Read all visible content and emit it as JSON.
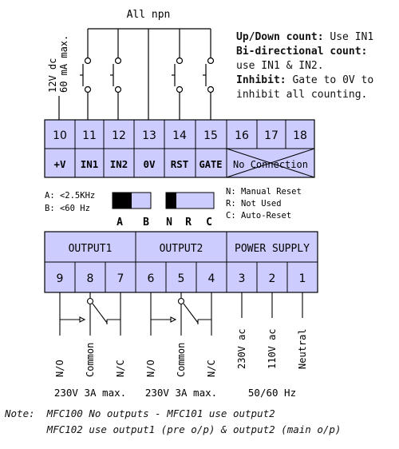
{
  "header": {
    "all_npn": "All npn"
  },
  "supply_label": {
    "line1": "12V dc",
    "line2": "60 mA max."
  },
  "notes": [
    {
      "bold": "Up/Down count:",
      "text": " Use IN1"
    },
    {
      "bold": "Bi-directional count:",
      "text": ""
    },
    {
      "bold": "",
      "text": "use IN1 & IN2."
    },
    {
      "bold": "Inhibit:",
      "text": " Gate to 0V to"
    },
    {
      "bold": "",
      "text": "inhibit all counting."
    }
  ],
  "input_terminals": [
    {
      "num": "10",
      "label": "+V"
    },
    {
      "num": "11",
      "label": "IN1"
    },
    {
      "num": "12",
      "label": "IN2"
    },
    {
      "num": "13",
      "label": "0V"
    },
    {
      "num": "14",
      "label": "RST"
    },
    {
      "num": "15",
      "label": "GATE"
    }
  ],
  "nc_terminals": [
    "16",
    "17",
    "18"
  ],
  "no_connection": "No Connection",
  "freq_legend": {
    "a": "A: <2.5KHz",
    "b": "B: <60 Hz"
  },
  "switch1_labels": {
    "left": "A",
    "right": "B"
  },
  "switch2_labels": {
    "n": "N",
    "r": "R",
    "c": "C"
  },
  "reset_legend": {
    "n": "N:  Manual  Reset",
    "r": "R:  Not Used",
    "c": "C:  Auto-Reset"
  },
  "output_groups": [
    "OUTPUT1",
    "OUTPUT2",
    "POWER SUPPLY"
  ],
  "output_terminals": [
    "9",
    "8",
    "7",
    "6",
    "5",
    "4",
    "3",
    "2",
    "1"
  ],
  "output_wire_labels": [
    "N/O",
    "Common",
    "N/C",
    "N/O",
    "Common",
    "N/C",
    "230V ac",
    "110V ac",
    "Neutral"
  ],
  "ratings": {
    "out1": "230V 3A max.",
    "out2": "230V 3A max.",
    "supply": "50/60 Hz"
  },
  "footnote": {
    "line1": "Note:  MFC100 No outputs - MFC101 use output2",
    "line2": "       MFC102 use output1 (pre o/p) & output2 (main o/p)"
  },
  "colors": {
    "terminal_fill": "#ccccff",
    "line": "#000000"
  }
}
